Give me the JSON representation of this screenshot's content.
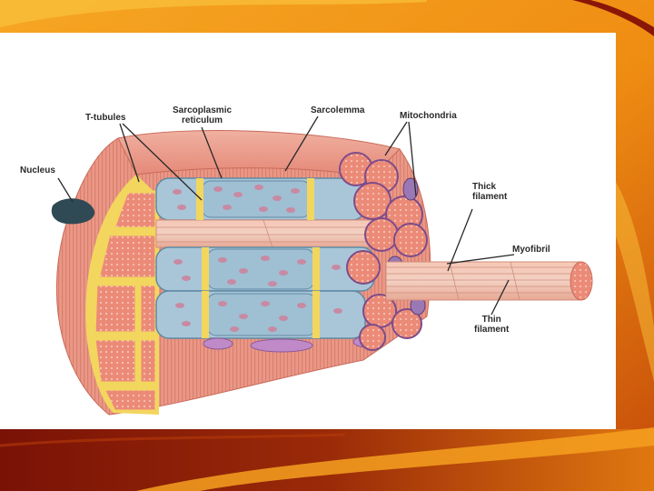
{
  "slide": {
    "colors": {
      "orange": "#f39a12",
      "dark_red": "#7d1206",
      "panel": "#ffffff"
    }
  },
  "diagram": {
    "colors": {
      "sarcolemma": "#e9998a",
      "myofibril_fill": "#f2a890",
      "reticulum": "#a9c6d8",
      "t_tubule": "#f2d65e",
      "mitochondria": "#a07db8",
      "nucleus": "#2f4a55",
      "endoplasm": "#e87b6c"
    },
    "labels": {
      "t_tubules": "T-tubules",
      "sarcoplasmic_reticulum": "Sarcoplasmic\nreticulum",
      "sarcolemma": "Sarcolemma",
      "mitochondria": "Mitochondria",
      "nucleus": "Nucleus",
      "thick_filament": "Thick\nfilament",
      "myofibril": "Myofibril",
      "thin_filament": "Thin\nfilament"
    }
  }
}
